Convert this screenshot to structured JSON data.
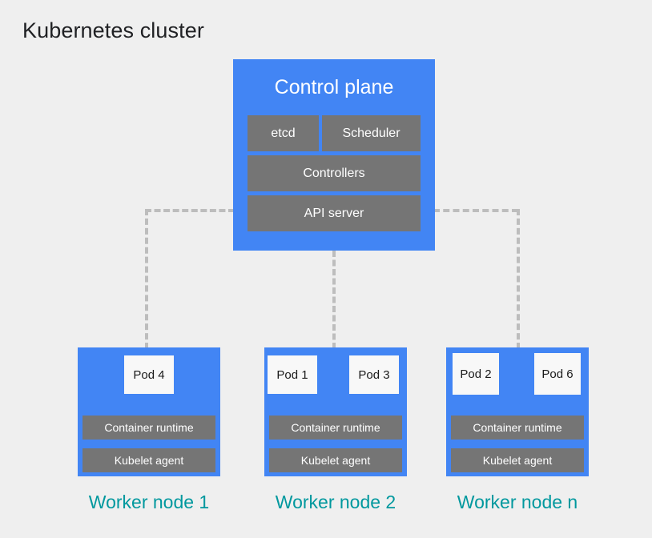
{
  "page": {
    "title": "Kubernetes cluster",
    "background_color": "#efefef",
    "blue_color": "#4285f4",
    "gray_color": "#757575",
    "teal_color": "#00989e",
    "pod_color": "#f8f8f8",
    "connector_color": "#bdbdbd"
  },
  "control_plane": {
    "title": "Control plane",
    "components": [
      {
        "label": "etcd"
      },
      {
        "label": "Scheduler"
      },
      {
        "label": "Controllers"
      },
      {
        "label": "API server"
      }
    ]
  },
  "worker_nodes": [
    {
      "label": "Worker node 1",
      "pods": [
        {
          "label": "Pod 4"
        }
      ],
      "components": [
        {
          "label": "Container runtime"
        },
        {
          "label": "Kubelet agent"
        }
      ]
    },
    {
      "label": "Worker node 2",
      "pods": [
        {
          "label": "Pod 1"
        },
        {
          "label": "Pod 3"
        }
      ],
      "components": [
        {
          "label": "Container runtime"
        },
        {
          "label": "Kubelet agent"
        }
      ]
    },
    {
      "label": "Worker node n",
      "pods": [
        {
          "label": "Pod 2"
        },
        {
          "label": "Pod 6"
        }
      ],
      "components": [
        {
          "label": "Container runtime"
        },
        {
          "label": "Kubelet agent"
        }
      ]
    }
  ]
}
